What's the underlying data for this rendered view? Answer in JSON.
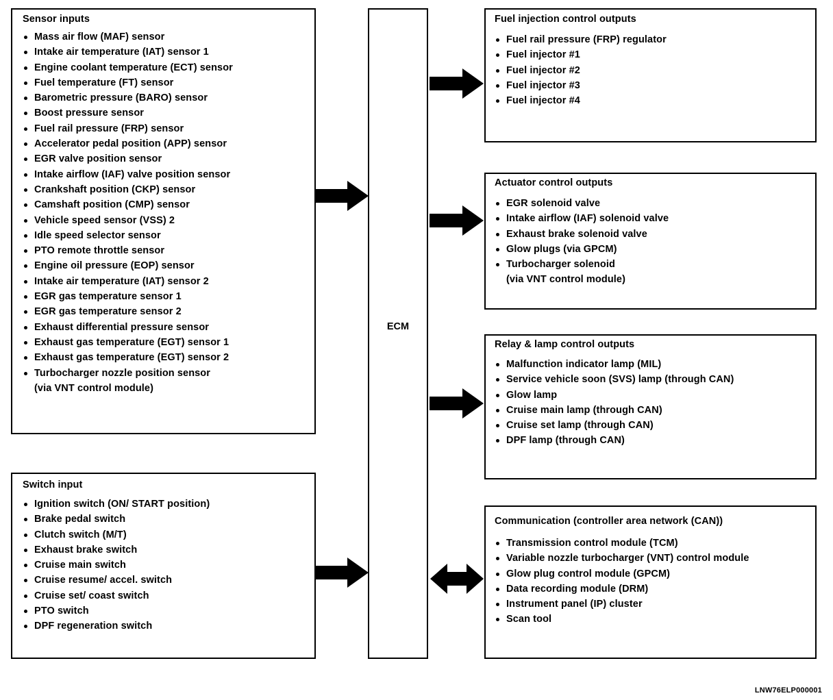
{
  "diagram": {
    "figure_code": "LNW76ELP000001",
    "center": {
      "label": "ECM"
    },
    "left_boxes": [
      {
        "title": "Sensor inputs",
        "items": [
          "Mass air flow (MAF) sensor",
          "Intake air temperature (IAT) sensor 1",
          "Engine coolant temperature (ECT) sensor",
          "Fuel temperature (FT) sensor",
          "Barometric pressure (BARO) sensor",
          "Boost pressure sensor",
          "Fuel rail pressure (FRP) sensor",
          "Accelerator pedal position (APP) sensor",
          "EGR valve position sensor",
          "Intake airflow (IAF) valve position sensor",
          "Crankshaft position (CKP) sensor",
          "Camshaft position (CMP) sensor",
          "Vehicle speed sensor (VSS) 2",
          "Idle speed selector sensor",
          "PTO remote throttle sensor",
          "Engine oil pressure (EOP) sensor",
          "Intake air temperature (IAT) sensor 2",
          "EGR gas temperature sensor 1",
          "EGR gas temperature sensor 2",
          "Exhaust differential pressure sensor",
          "Exhaust gas temperature (EGT) sensor 1",
          "Exhaust gas temperature (EGT) sensor 2",
          "Turbocharger nozzle position sensor"
        ],
        "last_item_continuation": "(via VNT control module)"
      },
      {
        "title": "Switch input",
        "items": [
          "Ignition switch (ON/ START position)",
          "Brake pedal switch",
          "Clutch switch (M/T)",
          "Exhaust brake switch",
          "Cruise main switch",
          "Cruise resume/ accel. switch",
          "Cruise set/ coast switch",
          "PTO switch",
          "DPF regeneration switch"
        ],
        "last_item_continuation": ""
      }
    ],
    "right_boxes": [
      {
        "title": "Fuel injection control outputs",
        "items": [
          "Fuel rail pressure (FRP) regulator",
          "Fuel injector #1",
          "Fuel injector #2",
          "Fuel injector #3",
          "Fuel injector #4"
        ],
        "last_item_continuation": ""
      },
      {
        "title": "Actuator control outputs",
        "items": [
          "EGR solenoid valve",
          "Intake airflow (IAF) solenoid valve",
          "Exhaust brake solenoid valve",
          "Glow plugs (via GPCM)",
          "Turbocharger solenoid"
        ],
        "last_item_continuation": "(via VNT control module)"
      },
      {
        "title": "Relay & lamp control outputs",
        "items": [
          "Malfunction indicator lamp (MIL)",
          "Service vehicle soon (SVS) lamp (through CAN)",
          "Glow lamp",
          "Cruise main lamp (through CAN)",
          "Cruise set lamp (through CAN)",
          "DPF lamp (through CAN)"
        ],
        "last_item_continuation": ""
      },
      {
        "title": "Communication  (controller area network (CAN))",
        "items": [
          "Transmission control module (TCM)",
          "Variable nozzle turbocharger (VNT) control module",
          "Glow plug control module (GPCM)",
          "Data recording module (DRM)",
          "Instrument panel (IP) cluster",
          "Scan tool"
        ],
        "last_item_continuation": ""
      }
    ],
    "arrows": [
      {
        "name": "sensor-inputs-to-ecm",
        "direction": "right"
      },
      {
        "name": "ecm-to-fuel-injection-outputs",
        "direction": "right"
      },
      {
        "name": "ecm-to-actuator-outputs",
        "direction": "right"
      },
      {
        "name": "ecm-to-relay-lamp-outputs",
        "direction": "right"
      },
      {
        "name": "switch-input-to-ecm",
        "direction": "right"
      },
      {
        "name": "ecm-communication-bidirectional",
        "direction": "both"
      }
    ]
  }
}
